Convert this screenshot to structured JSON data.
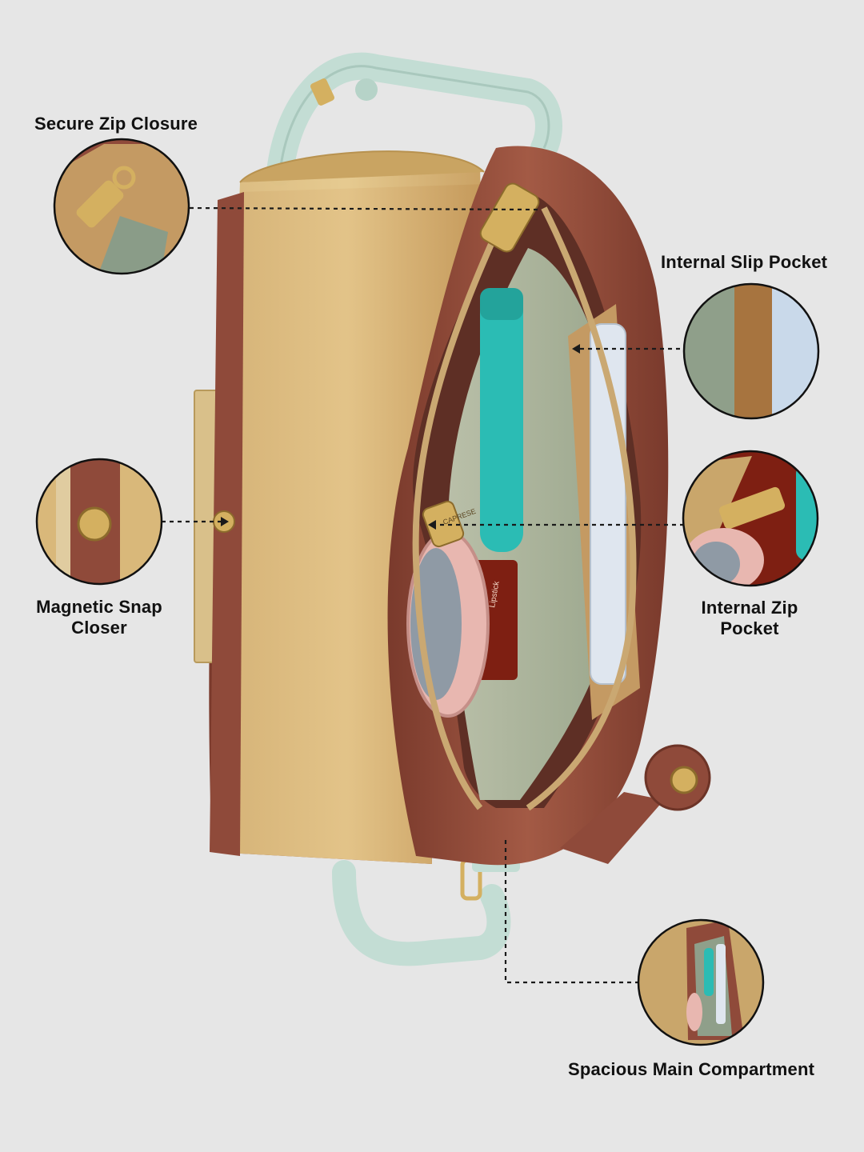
{
  "colors": {
    "background": "#e6e6e6",
    "bag_brown": "#8f4a3a",
    "lining_gold": "#c9a66b",
    "strap_mint": "#c3ddd4",
    "hardware_gold": "#d4b060",
    "label_text": "#111111"
  },
  "callouts": {
    "zip_closure": {
      "label": "Secure Zip Closure",
      "icon": "zipper-detail-icon"
    },
    "slip_pocket": {
      "label": "Internal Slip Pocket",
      "icon": "slip-pocket-detail-icon"
    },
    "magnetic_snap": {
      "label_line1": "Magnetic Snap",
      "label_line2": "Closer",
      "icon": "magnetic-snap-detail-icon"
    },
    "zip_pocket": {
      "label_line1": "Internal Zip",
      "label_line2": "Pocket",
      "icon": "zip-pocket-detail-icon"
    },
    "main_compartment": {
      "label": "Spacious Main Compartment",
      "icon": "main-compartment-detail-icon"
    }
  },
  "product": {
    "brand_tag": "CAPRESE",
    "lipstick_text": "Lipstick"
  }
}
